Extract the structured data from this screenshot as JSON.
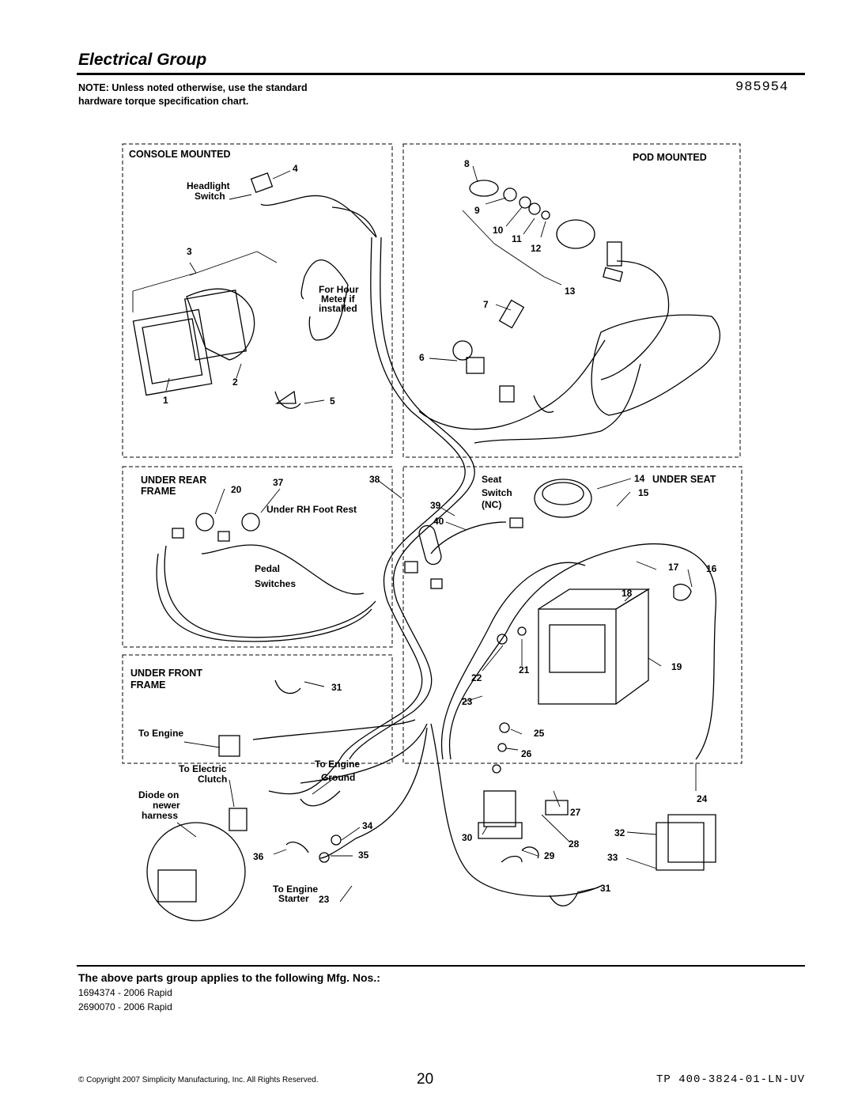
{
  "header": {
    "title": "Electrical Group",
    "note": "NOTE: Unless noted otherwise, use the standard hardware torque specification chart.",
    "part_number": "985954"
  },
  "sections": {
    "console": "CONSOLE MOUNTED",
    "pod": "POD MOUNTED",
    "under_rear_1": "UNDER REAR",
    "under_rear_2": "FRAME",
    "under_seat": "UNDER SEAT",
    "under_front_1": "UNDER FRONT",
    "under_front_2": "FRAME"
  },
  "labels": {
    "headlight_1": "Headlight",
    "headlight_2": "Switch",
    "hour_1": "For Hour",
    "hour_2": "Meter if",
    "hour_3": "installed",
    "rh_foot": "Under RH Foot Rest",
    "pedal_1": "Pedal",
    "pedal_2": "Switches",
    "seat_1": "Seat",
    "seat_2": "Switch",
    "seat_3": "(NC)",
    "to_engine": "To Engine",
    "electric_1": "To Electric",
    "electric_2": "Clutch",
    "eng_ground_1": "To Engine",
    "eng_ground_2": "Ground",
    "diode_1": "Diode on",
    "diode_2": "newer",
    "diode_3": "harness",
    "starter_1": "To Engine",
    "starter_2": "Starter"
  },
  "callouts": [
    "1",
    "2",
    "3",
    "4",
    "5",
    "6",
    "7",
    "8",
    "9",
    "10",
    "11",
    "12",
    "13",
    "14",
    "15",
    "16",
    "17",
    "18",
    "19",
    "20",
    "21",
    "22",
    "23",
    "23",
    "24",
    "25",
    "26",
    "27",
    "28",
    "29",
    "30",
    "31",
    "31",
    "32",
    "33",
    "34",
    "35",
    "36",
    "37",
    "38",
    "39",
    "40"
  ],
  "footer": {
    "applies": "The above parts group applies to the following Mfg. Nos.:",
    "mfg_numbers": [
      "1694374 - 2006 Rapid",
      "2690070 - 2006 Rapid"
    ],
    "copyright": "© Copyright 2007 Simplicity Manufacturing, Inc. All Rights Reserved.",
    "page": "20",
    "doc_code": "TP 400-3824-01-LN-UV"
  }
}
